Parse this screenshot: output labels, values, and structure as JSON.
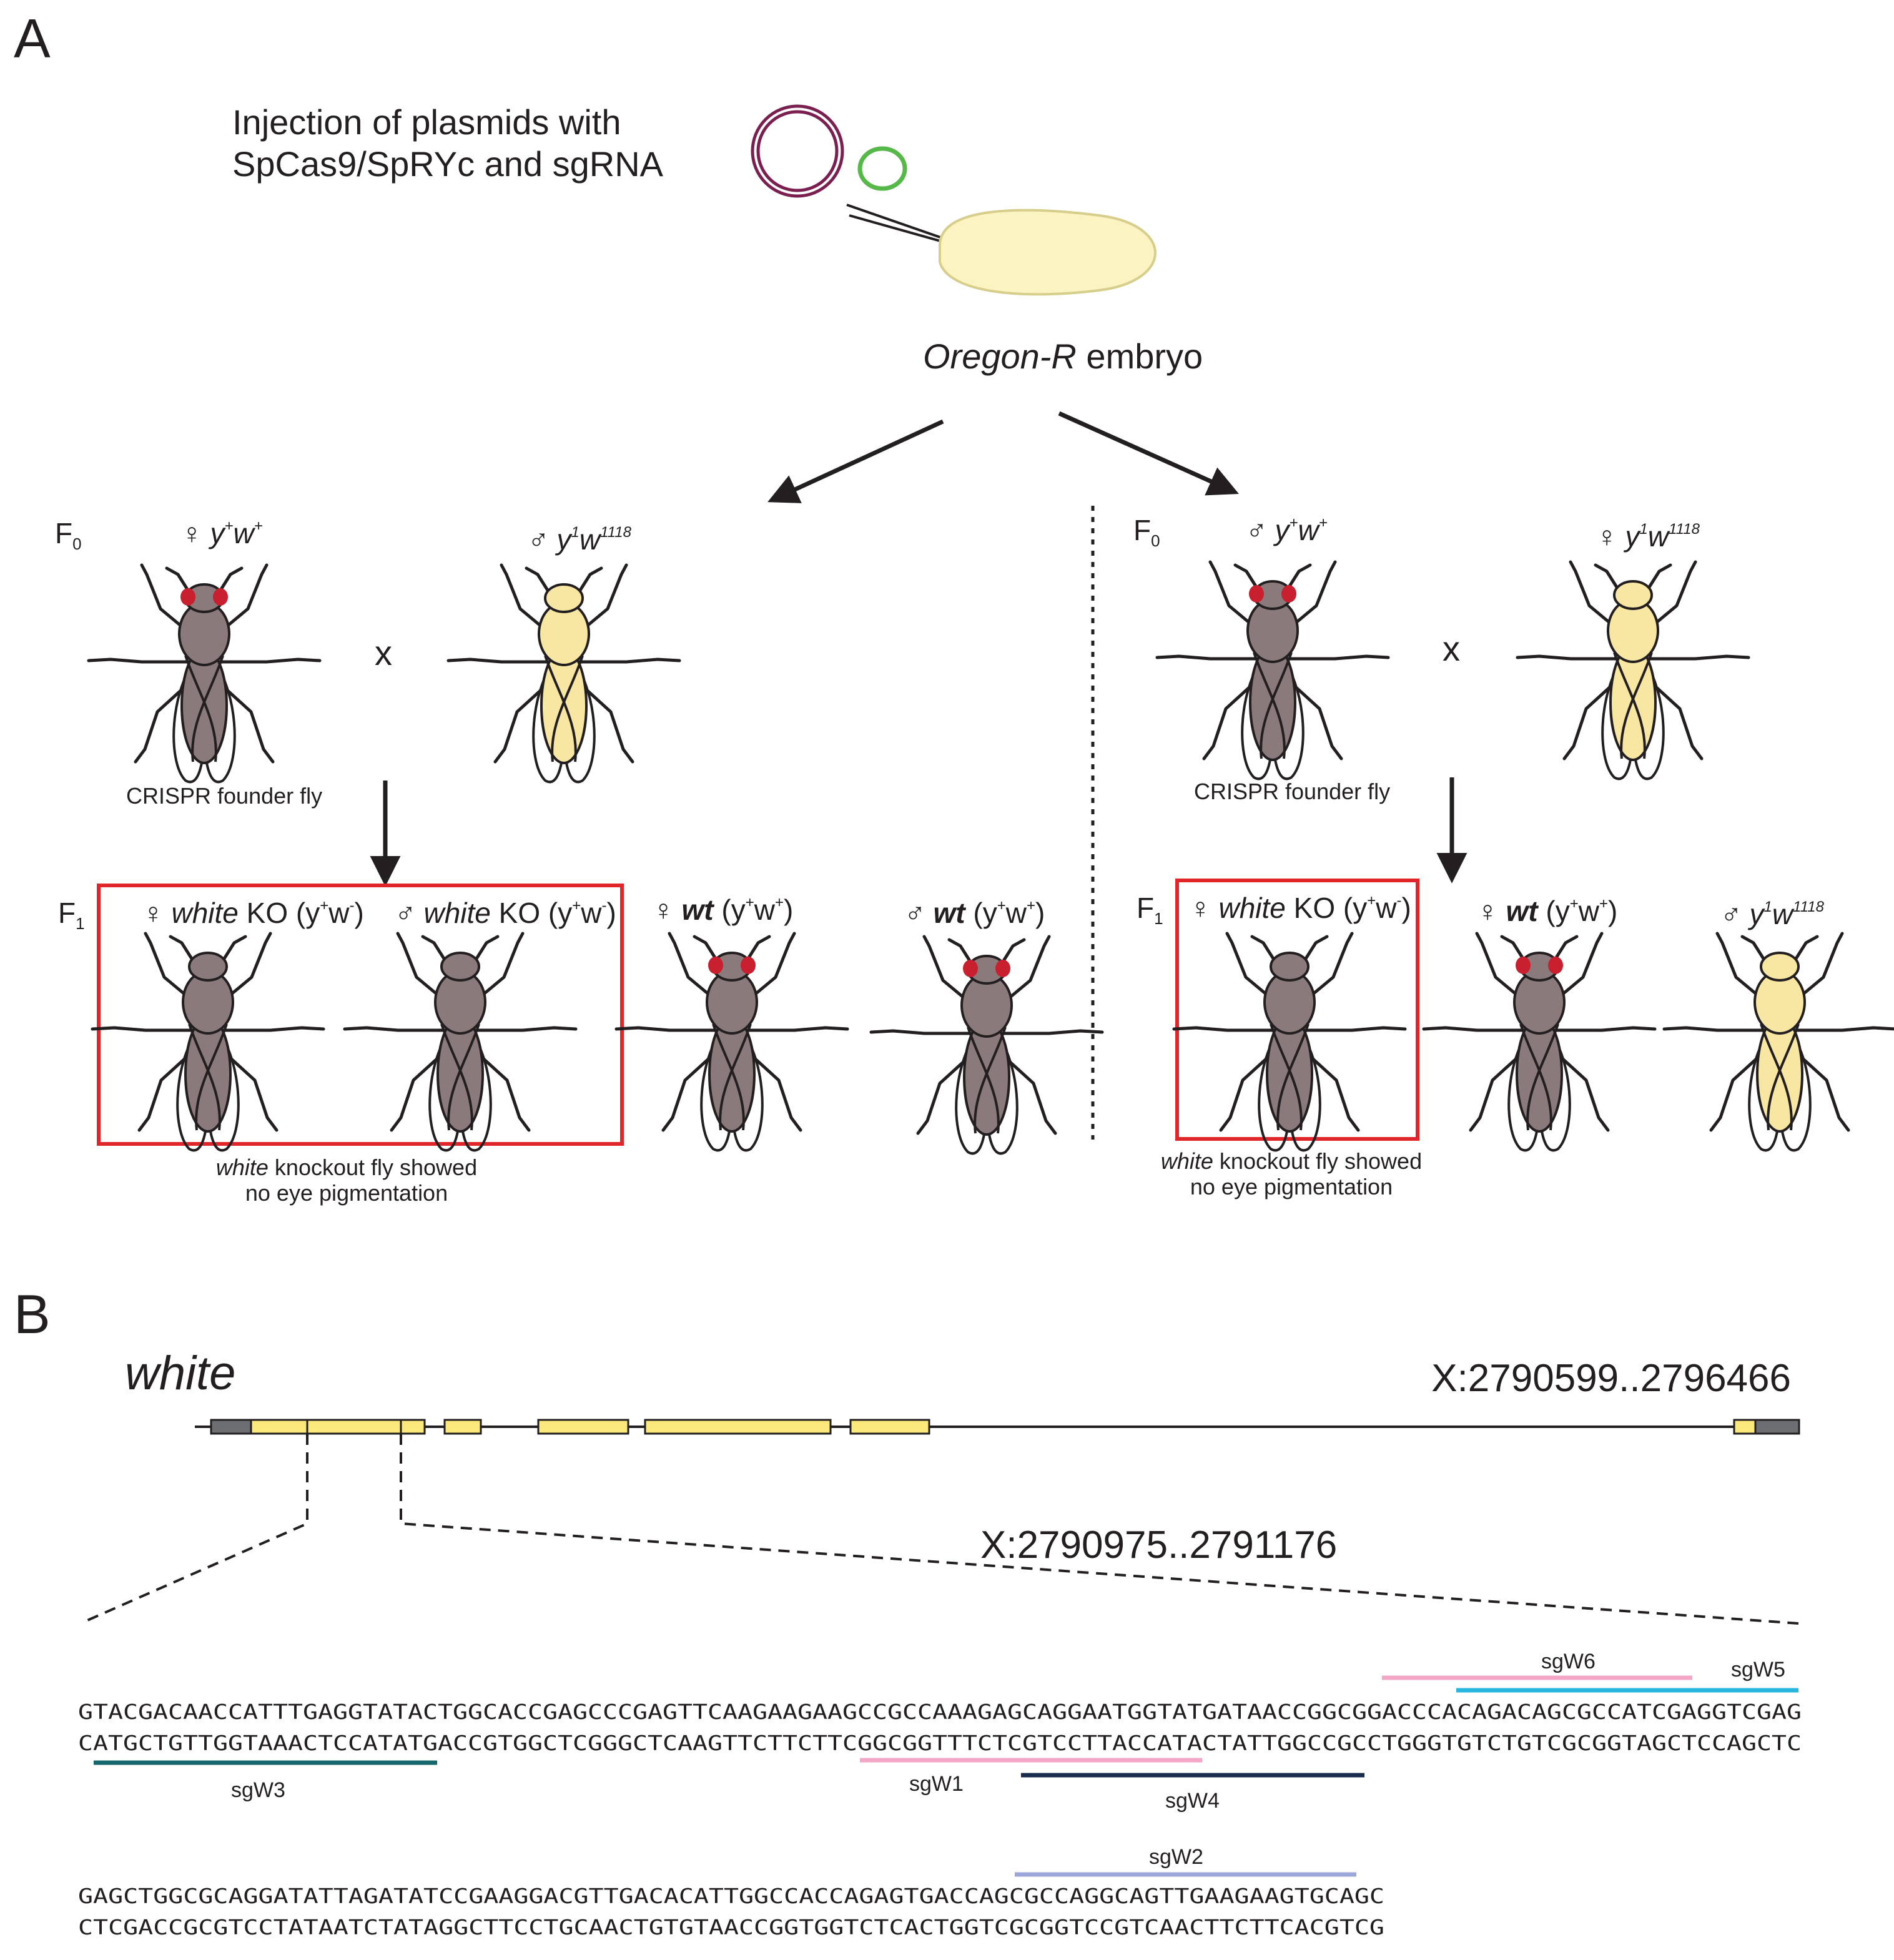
{
  "panel_a": {
    "label": "A",
    "injection_line1": "Injection of plasmids with",
    "injection_line2": "SpCas9/SpRYc and sgRNA",
    "embryo_italic": "Oregon-R",
    "embryo_rest": " embryo",
    "cross_symbol": "x",
    "female_symbol": "♀",
    "male_symbol": "♂",
    "founder_label": "CRISPR founder fly",
    "left": {
      "f0_label": "F",
      "f0_sub": "0",
      "f0_female_genotype": "y",
      "f0_female_sup1": "+",
      "f0_female_w": "w",
      "f0_female_sup2": "+",
      "f0_male_genotype": "y",
      "f0_male_sup1": "1",
      "f0_male_w": "w",
      "f0_male_sup2": "1118",
      "f1_label": "F",
      "f1_sub": "1",
      "f1_items": [
        {
          "sym": "♀",
          "name": "white",
          "rest": " KO (y",
          "s1": "+",
          "w": "w",
          "s2": "-",
          "close": ")"
        },
        {
          "sym": "♂",
          "name": "white",
          "rest": " KO (y",
          "s1": "+",
          "w": "w",
          "s2": "-",
          "close": ")"
        },
        {
          "sym": "♀",
          "name": "wt",
          "rest": " (y",
          "s1": "+",
          "w": "w",
          "s2": "+",
          "close": ")"
        },
        {
          "sym": "♂",
          "name": "wt",
          "rest": " (y",
          "s1": "+",
          "w": "w",
          "s2": "+",
          "close": ")"
        }
      ],
      "ko_caption_italic": "white",
      "ko_caption_rest": " knockout fly showed",
      "ko_caption_line2": "no eye pigmentation"
    },
    "right": {
      "f0_label": "F",
      "f0_sub": "0",
      "f0_male_genotype": "y",
      "f0_male_sup1": "+",
      "f0_male_w": "w",
      "f0_male_sup2": "+",
      "f0_female_genotype": "y",
      "f0_female_sup1": "1",
      "f0_female_w": "w",
      "f0_female_sup2": "1118",
      "f1_label": "F",
      "f1_sub": "1",
      "f1_items": [
        {
          "sym": "♀",
          "name": "white",
          "rest": " KO (y",
          "s1": "+",
          "w": "w",
          "s2": "-",
          "close": ")"
        },
        {
          "sym": "♀",
          "name": "wt",
          "rest": " (y",
          "s1": "+",
          "w": "w",
          "s2": "+",
          "close": ")"
        },
        {
          "sym": "♂",
          "name": "y",
          "rest": "",
          "s1": "1",
          "w": "w",
          "s2": "1118",
          "close": ""
        }
      ],
      "ko_caption_italic": "white",
      "ko_caption_rest": " knockout fly showed",
      "ko_caption_line2": "no eye pigmentation"
    }
  },
  "panel_b": {
    "label": "B",
    "gene_name": "white",
    "gene_coords": "X:2790599..2796466",
    "zoom_coords": "X:2790975..2791176",
    "seq_line1_top": "GTACGACAACCATTTGAGGTATACTGGCACCGAGCCCGAGTTCAAGAAGAAGCCGCCAAAGAGCAGGAATGGTATGATAACCGGCGGACCCACAGACAGCGCCATCGAGGTCGAG",
    "seq_line1_bottom": "CATGCTGTTGGTAAACTCCATATGACCGTGGCTCGGGCTCAAGTTCTTCTTCGGCGGTTTCTCGTCCTTACCATACTATTGGCCGCCTGGGTGTCTGTCGCGGTAGCTCCAGCTC",
    "seq_line2_top": "GAGCTGGCGCAGGATATTAGATATCCGAAGGACGTTGACACATTGGCCACCAGAGTGACCAGCGCCAGGCAGTTGAAGAAGTGCAGC",
    "seq_line2_bottom": "CTCGACCGCGTCCTATAATCTATAGGCTTCCTGCAACTGTGTAACCGGTGGTCTCACTGGTCGCGGTCCGTCAACTTCTTCACGTCG",
    "sgrnas": [
      {
        "name": "sgW6",
        "color": "#f4a6c6"
      },
      {
        "name": "sgW5",
        "color": "#29b5df"
      },
      {
        "name": "sgW3",
        "color": "#17686d"
      },
      {
        "name": "sgW1",
        "color": "#f4a6c6"
      },
      {
        "name": "sgW4",
        "color": "#1a2c4e"
      },
      {
        "name": "sgW2",
        "color": "#9da6d8"
      }
    ]
  },
  "colors": {
    "ko_box": "#e0262b",
    "plasmid_large": "#7a1f4f",
    "plasmid_small": "#55b848",
    "embryo_fill": "#fbf4c2",
    "fly_body": "#8a7a7b",
    "fly_yellow": "#f8e6a3",
    "eye_red": "#c8202f",
    "exon": "#fbe97b",
    "utr": "#6d6e71"
  },
  "icons": [
    "fly-icon",
    "plasmid-icon",
    "embryo-icon",
    "injection-needle-icon",
    "arrow-icon"
  ]
}
